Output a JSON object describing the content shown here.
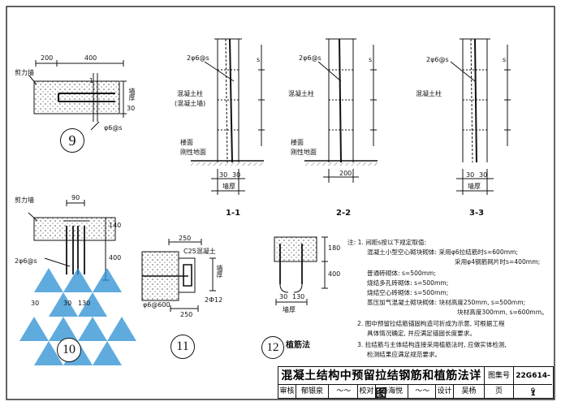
{
  "detail9": {
    "wall_label": "剪力墙",
    "dims_top": [
      "200",
      "400"
    ],
    "section_mark": "1",
    "bar_label": "φ6@s",
    "side_dim": "30",
    "wall_thk_label": "墙厚",
    "number": "9"
  },
  "detail10": {
    "wall_label": "剪力墙",
    "dim_top": "90",
    "dim_side": "140",
    "dim_len": "400",
    "bar_label": "2φ6@s",
    "dims_bottom": [
      "30",
      "30",
      "130"
    ],
    "number": "10"
  },
  "detail11": {
    "dim_top": "250",
    "concrete_label": "C25混凝土",
    "bar_label": "φ6@600",
    "bar2_label": "2Ф12",
    "wall_thk_label": "墙厚",
    "dim_bottom": "250",
    "number": "11"
  },
  "detail12": {
    "dims_side": [
      "180",
      "400"
    ],
    "dims_bottom": [
      "30",
      "130"
    ],
    "wall_thk_label": "墙厚",
    "number": "12",
    "caption": "植筋法"
  },
  "sections": {
    "s11": {
      "bar_label": "2φ6@s",
      "col_label_1": "混凝土柱",
      "col_label_2": "(混凝土墙)",
      "floor_label_1": "楼面",
      "floor_label_2": "刚性地面",
      "dims": [
        "30",
        "30"
      ],
      "wall_thk_label": "墙厚",
      "caption": "1-1",
      "s_mark": "s"
    },
    "s22": {
      "bar_label": "2φ6@s",
      "col_label": "混凝土柱",
      "floor_label_1": "楼面",
      "floor_label_2": "刚性地面",
      "dim": "200",
      "caption": "2-2",
      "s_mark": "s"
    },
    "s33": {
      "bar_label": "2φ6@s",
      "col_label": "混凝土柱",
      "dims": [
        "30",
        "30"
      ],
      "wall_thk_label": "墙厚",
      "caption": "3-3",
      "s_mark": "s"
    }
  },
  "notes": {
    "lines": [
      "注:  1. 间距s按以下规定取值:",
      "混凝土小型空心砌块砌体:  采用φ6拉结筋时s=600mm;",
      "采用φ4钢筋网片时s=400mm;",
      "普通砖砌体:  s=500mm;",
      "烧结多孔砖砌体:  s=500mm;",
      "烧结空心砖砌体:  s=500mm;",
      "蒸压加气混凝土砌块砌体:   块材高度250mm, s=500mm;",
      "块材高度300mm, s=600mm。",
      "2. 图中预留拉结筋锚固构造可折成为示意, 可根据工程",
      "具体情况确定, 并应满足锚固长度要求。",
      "3. 拉结筋与主体结构连接采用植筋法时, 应做实体检测,",
      "检测结果应满足规范要求。"
    ]
  },
  "title_block": {
    "title": "混凝土结构中预留拉结钢筋和植筋法详图",
    "atlas_label": "图集号",
    "atlas_no": "22G614-1",
    "review_label": "审核",
    "reviewer": "郁银泉",
    "check_label": "校对",
    "checker": "冯海悦",
    "design_label": "设计",
    "designer": "吴杨",
    "page_label": "页",
    "page_no": "9"
  }
}
